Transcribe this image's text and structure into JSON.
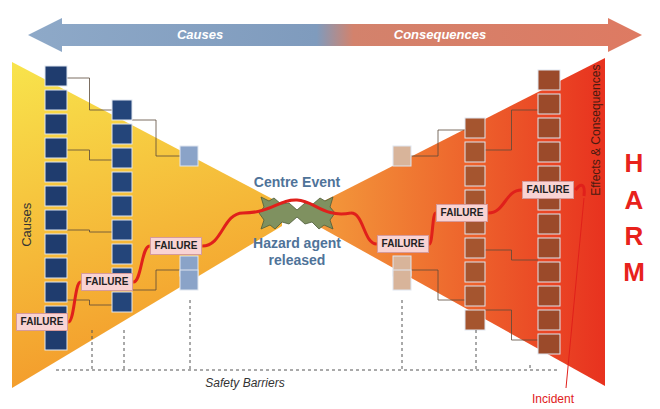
{
  "diagram": {
    "nodes": [
      {
        "text": [
          "FAILURE"
        ]
      },
      {
        "text": [
          "FAILURE"
        ]
      },
      {
        "text": [
          "FAILURE"
        ]
      },
      {
        "text": [
          "Centre Event",
          "Hazard agent released"
        ]
      },
      {
        "text": [
          "FAILURE"
        ]
      },
      {
        "text": [
          "FAILURE"
        ]
      },
      {
        "text": [
          "FAILURE"
        ]
      }
    ],
    "edges": [
      {
        "from": 0,
        "to": 1,
        "arrow": "none"
      },
      {
        "from": 1,
        "to": 2,
        "arrow": "none"
      },
      {
        "from": 2,
        "to": 3,
        "arrow": "none"
      },
      {
        "from": 3,
        "to": 4,
        "arrow": "none"
      },
      {
        "from": 4,
        "to": 5,
        "arrow": "none"
      },
      {
        "from": 5,
        "to": 6,
        "arrow": "none"
      }
    ],
    "labels": [
      "Causes",
      "Consequences",
      "Causes",
      "Effects & Consequences",
      "HARM",
      "Safety Barriers",
      "Incident"
    ]
  }
}
